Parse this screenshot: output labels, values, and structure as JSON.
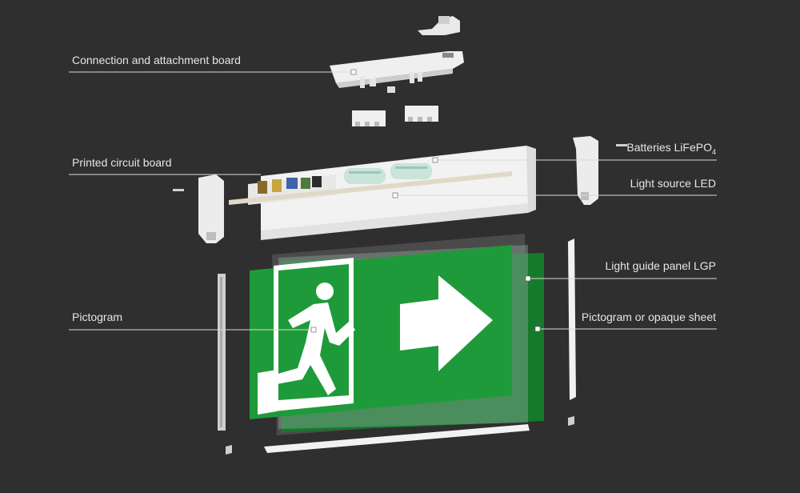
{
  "colors": {
    "background": "#2f2f2f",
    "label_text": "#e6e6e6",
    "leader_line": "#d9d9d9",
    "sign_green": "#1f9a3a",
    "sign_green_dark": "#157a2c",
    "housing_white": "#f2f2f2"
  },
  "labels": {
    "connection_board": "Connection and attachment board",
    "printed_circuit_board": "Printed circuit board",
    "pictogram": "Pictogram",
    "batteries_main": "Batteries LiFePO",
    "batteries_sub": "4",
    "light_source": "Light source LED",
    "light_guide_panel": "Light guide panel LGP",
    "pictogram_or_sheet": "Pictogram or opaque sheet"
  },
  "icons": {
    "running_man": "running-man-icon",
    "exit_arrow": "arrow-right-icon"
  }
}
